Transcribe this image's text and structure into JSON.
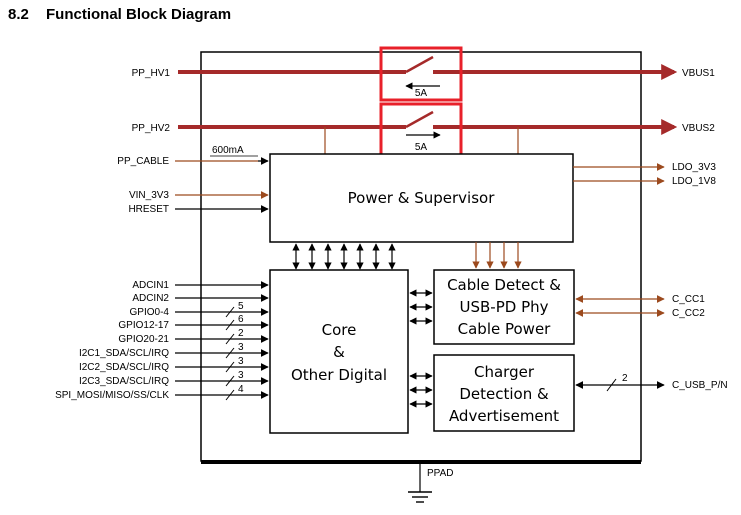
{
  "heading": {
    "number": "8.2",
    "title": "Functional Block Diagram"
  },
  "power_rails": [
    {
      "left": "PP_HV1",
      "right": "VBUS1",
      "switch_rating": "5A"
    },
    {
      "left": "PP_HV2",
      "right": "VBUS2",
      "switch_rating": "5A"
    }
  ],
  "blocks": {
    "power_supervisor": "Power & Supervisor",
    "core": [
      "Core",
      "&",
      "Other Digital"
    ],
    "cable_detect": [
      "Cable Detect &",
      "USB-PD Phy",
      "Cable Power"
    ],
    "charger": [
      "Charger",
      "Detection &",
      "Advertisement"
    ]
  },
  "power_inputs": [
    {
      "name": "PP_CABLE",
      "annotation": "600mA"
    },
    {
      "name": "VIN_3V3"
    },
    {
      "name": "HRESET"
    }
  ],
  "ldo_outputs": [
    "LDO_3V3",
    "LDO_1V8"
  ],
  "core_inputs": [
    {
      "name": "ADCIN1",
      "count": ""
    },
    {
      "name": "ADCIN2",
      "count": ""
    },
    {
      "name": "GPIO0-4",
      "count": "5"
    },
    {
      "name": "GPIO12-17",
      "count": "6"
    },
    {
      "name": "GPIO20-21",
      "count": "2"
    },
    {
      "name": "I2C1_SDA/SCL/IRQ",
      "count": "3"
    },
    {
      "name": "I2C2_SDA/SCL/IRQ",
      "count": "3"
    },
    {
      "name": "I2C3_SDA/SCL/IRQ",
      "count": "3"
    },
    {
      "name": "SPI_MOSI/MISO/SS/CLK",
      "count": "4"
    }
  ],
  "cc_pins": [
    "C_CC1",
    "C_CC2"
  ],
  "usb_pin": {
    "name": "C_USB_P/N",
    "count": "2"
  },
  "ground": "PPAD",
  "colors": {
    "rail": "#a52a2a",
    "power_arrow": "#9c4a1e",
    "switch_box": "#e8202a",
    "line": "#000000"
  }
}
